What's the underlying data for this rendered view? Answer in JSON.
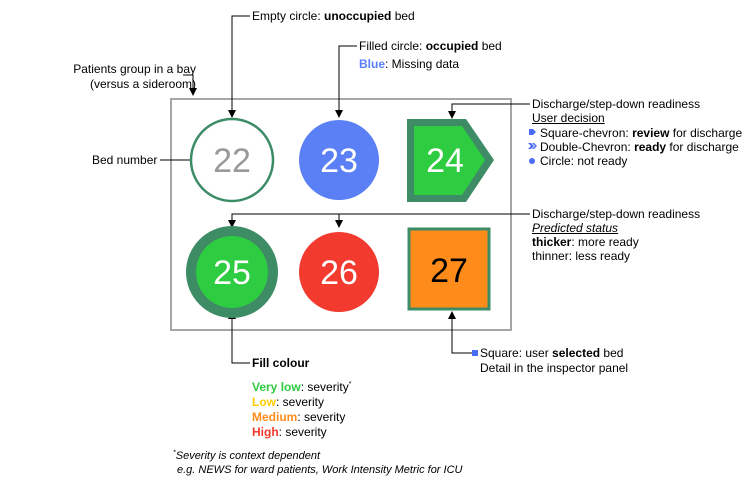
{
  "colors": {
    "green_fill": "#2ECC40",
    "green_border": "#3D8C66",
    "blue_fill": "#5B7FF5",
    "red_fill": "#F23A2E",
    "orange_fill": "#FF8C1A",
    "very_low": "#2ECC40",
    "low": "#FFCC00",
    "medium": "#FF8C1A",
    "high": "#F23A2E",
    "bay_border": "#A6A6A6"
  },
  "bay": {
    "label_line1": "Patients group in a bay",
    "label_line2": "(versus a sideroom)"
  },
  "beds": [
    {
      "number": "22",
      "shape": "circle",
      "fill": "empty"
    },
    {
      "number": "23",
      "shape": "circle",
      "fill": "blue"
    },
    {
      "number": "24",
      "shape": "square-chevron",
      "fill": "green"
    },
    {
      "number": "25",
      "shape": "circle",
      "fill": "green",
      "ring": "thick"
    },
    {
      "number": "26",
      "shape": "circle",
      "fill": "red"
    },
    {
      "number": "27",
      "shape": "square",
      "fill": "orange"
    }
  ],
  "annotations": {
    "empty_circle": {
      "prefix": "Empty circle: ",
      "bold": "unoccupied",
      "suffix": " bed"
    },
    "filled_circle": {
      "prefix": "Filled circle: ",
      "bold": "occupied",
      "suffix": " bed"
    },
    "blue": {
      "bold": "Blue",
      "suffix": ": Missing data"
    },
    "bed_number": "Bed number",
    "discharge_user": {
      "title": "Discharge/step-down readiness",
      "subtitle": "User decision",
      "items": [
        {
          "prefix": "Square-chevron: ",
          "bold": "review",
          "suffix": " for discharge",
          "icon": "square-chevron-icon"
        },
        {
          "prefix": "Double-Chevron: ",
          "bold": "ready",
          "suffix": " for discharge",
          "icon": "double-chevron-icon"
        },
        {
          "prefix": "Circle: ",
          "bold": "",
          "suffix": "not ready",
          "icon": "circle-icon"
        }
      ]
    },
    "discharge_predicted": {
      "title": "Discharge/step-down readiness",
      "subtitle": "Predicted status",
      "line1_bold": "thicker",
      "line1_rest": ": more ready",
      "line2": "thinner: less ready"
    },
    "fill_colour": {
      "title": "Fill colour",
      "items": [
        {
          "bold": "Very low",
          "rest": ": severity",
          "mark": "*"
        },
        {
          "bold": "Low",
          "rest": ": severity",
          "mark": ""
        },
        {
          "bold": "Medium",
          "rest": ": severity",
          "mark": ""
        },
        {
          "bold": "High",
          "rest": ": severity",
          "mark": ""
        }
      ]
    },
    "square_selected": {
      "prefix": "Square: user ",
      "bold": "selected",
      "suffix": " bed",
      "line2": "Detail in the inspector panel",
      "icon": "square-icon"
    },
    "footnote": {
      "mark": "*",
      "line1": "Severity is context dependent",
      "line2": "e.g. NEWS for ward patients, Work Intensity Metric for ICU"
    }
  }
}
